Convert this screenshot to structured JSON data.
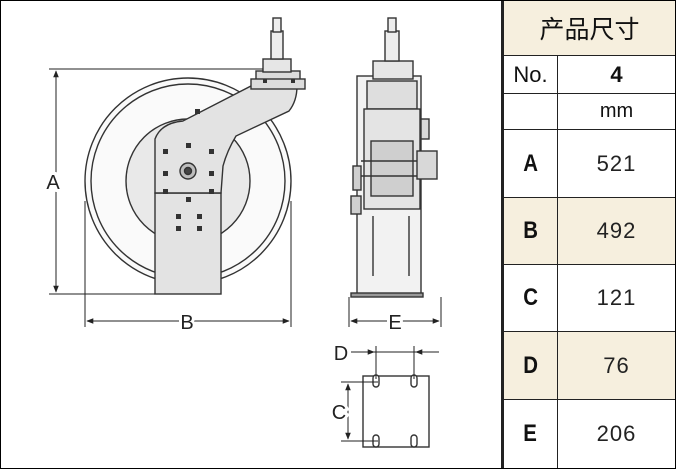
{
  "title": "产品尺寸",
  "no_label": "No.",
  "model": "4",
  "unit": "mm",
  "dimensions": [
    {
      "letter": "A",
      "value": "521"
    },
    {
      "letter": "B",
      "value": "492"
    },
    {
      "letter": "C",
      "value": "121"
    },
    {
      "letter": "D",
      "value": "76"
    },
    {
      "letter": "E",
      "value": "206"
    }
  ],
  "diagram_labels": {
    "a": "A",
    "b": "B",
    "c": "C",
    "d": "D",
    "e": "E"
  }
}
